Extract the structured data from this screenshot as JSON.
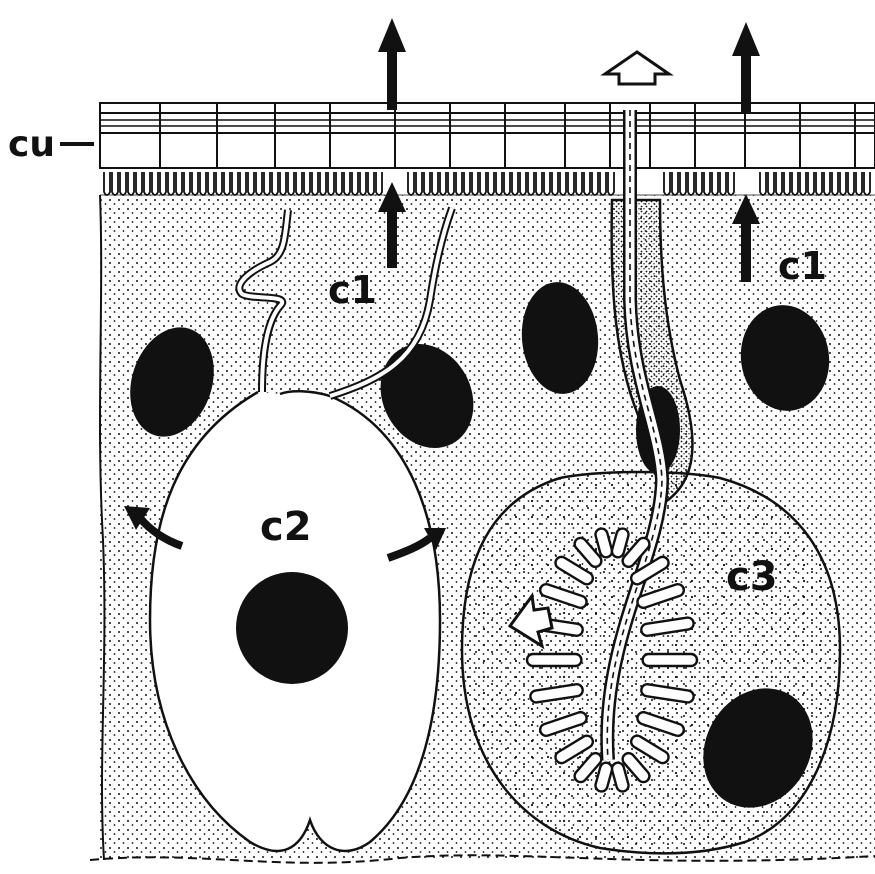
{
  "labels": {
    "cuticle": "cu",
    "cell_c1_left": "c1",
    "cell_c1_right": "c1",
    "cell_c2": "c2",
    "cell_c3": "c3"
  },
  "colors": {
    "ink": "#111111",
    "paper": "#ffffff"
  }
}
